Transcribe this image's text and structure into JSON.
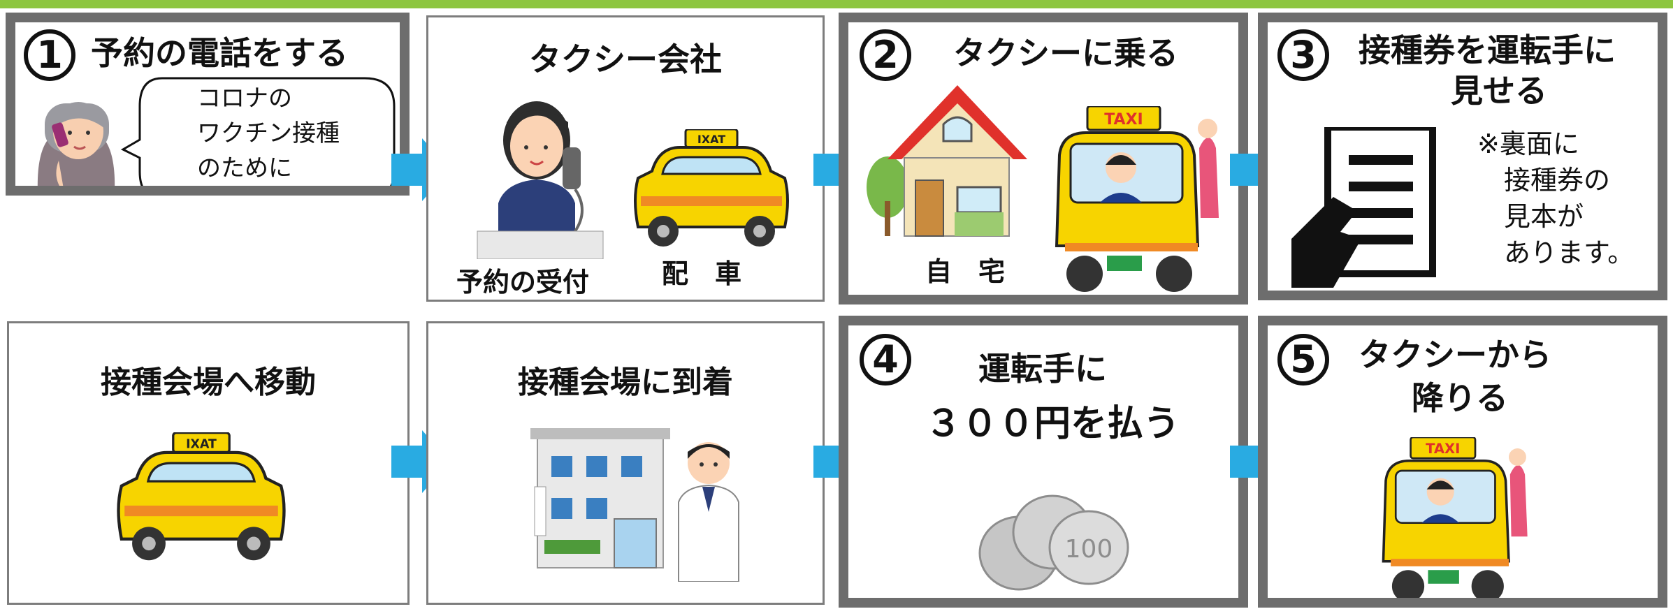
{
  "steps": {
    "s1": {
      "number": "1",
      "title": "予約の電話をする",
      "speech": "コロナの\nワクチン接種\nのために\n利用したいの\nですが・・・。"
    },
    "company": {
      "title": "タクシー会社",
      "reception": "予約の受付",
      "dispatch": "配　車"
    },
    "s2": {
      "number": "2",
      "title": "タクシーに乗る",
      "home": "自　宅"
    },
    "s3": {
      "number": "3",
      "title_line1": "接種券を運転手に",
      "title_line2": "見せる",
      "note": "※裏面に\n　接種券の\n　見本が\n　あります。"
    },
    "move": {
      "title": "接種会場へ移動"
    },
    "arrive": {
      "title": "接種会場に到着"
    },
    "s4": {
      "number": "4",
      "title_line1": "運転手に",
      "title_line2": "３００円を払う"
    },
    "s5": {
      "number": "5",
      "title_line1": "タクシーから",
      "title_line2": "降りる"
    }
  },
  "images": {
    "taxi_sign": "TAXI",
    "taxi_sign_small": "IXAT",
    "coin_label": "100"
  },
  "colors": {
    "top_bar": "#8dc63f",
    "arrow": "#29abe2",
    "taxi_yellow": "#f7d400",
    "frame_dark": "#6d6d6d",
    "frame_light": "#7d7d7d"
  },
  "icons": [
    "phone-call-woman",
    "operator-with-phone",
    "taxi-front",
    "house",
    "taxi-with-driver",
    "document-in-hand",
    "clinic-building",
    "doctor",
    "yen-coins"
  ]
}
